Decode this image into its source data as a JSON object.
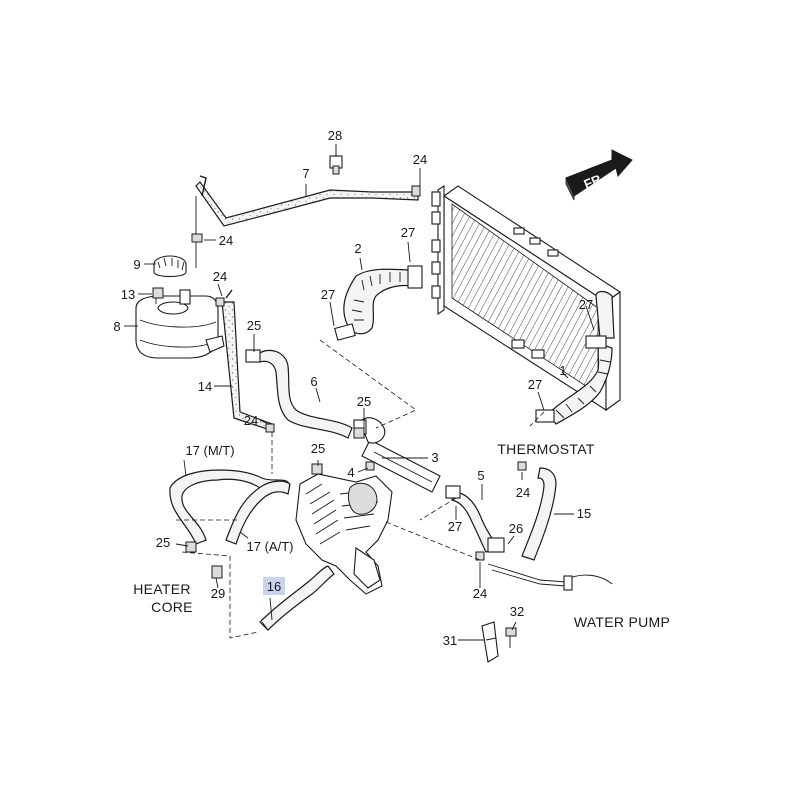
{
  "diagram": {
    "direction_badge": "FR",
    "labels": {
      "thermostat": "THERMOSTAT",
      "heater_core_line1": "HEATER",
      "heater_core_line2": "CORE",
      "water_pump": "WATER PUMP",
      "hose_17_mt": "17 (M/T)",
      "hose_17_at": "17 (A/T)"
    },
    "callouts": [
      "28",
      "7",
      "24",
      "24",
      "27",
      "2",
      "9",
      "24",
      "13",
      "8",
      "27",
      "25",
      "14",
      "6",
      "25",
      "24",
      "27",
      "27",
      "1",
      "3",
      "25",
      "4",
      "5",
      "24",
      "15",
      "27",
      "26",
      "25",
      "16",
      "29",
      "24",
      "32",
      "31"
    ],
    "highlighted_callout": "16",
    "colors": {
      "highlight": "#c9d3ee",
      "badge": "#1a1a1a"
    }
  }
}
